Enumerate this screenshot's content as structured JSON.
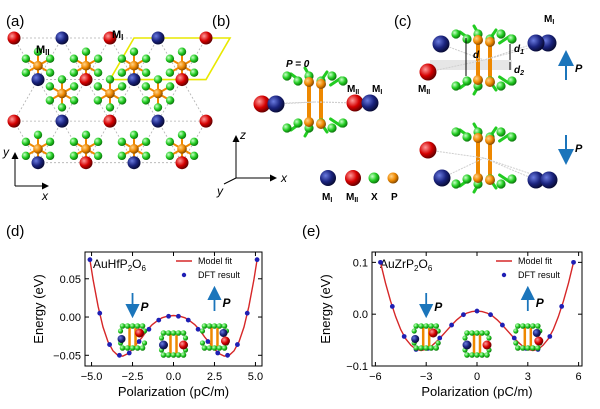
{
  "panel_labels": [
    "(a)",
    "(b)",
    "(c)",
    "(d)",
    "(e)"
  ],
  "atom_labels": {
    "m1": "M",
    "m1_sub": "I",
    "m2": "M",
    "m2_sub": "II",
    "x": "X",
    "p": "P"
  },
  "structure_text": {
    "p_zero": "P = 0",
    "p_arrow": "P",
    "d": "d",
    "d1": "d",
    "d1_sub": "1",
    "d2": "d",
    "d2_sub": "2"
  },
  "axes_labels": {
    "x": "x",
    "y": "y",
    "z": "z"
  },
  "colors": {
    "m1": "#1a237e",
    "m2": "#d50000",
    "x": "#22cc22",
    "p": "#ee8800",
    "arrow": "#1b75bb",
    "fit_line": "#d62728",
    "dft_point": "#1f1fb4",
    "lattice_line": "#e8e800"
  },
  "chart_data": [
    {
      "type": "line",
      "panel": "(d)",
      "compound": {
        "base": "AuHfP",
        "sub1": "2",
        "mid": "O",
        "sub2": "6"
      },
      "xlabel": "Polarization (pC/m)",
      "ylabel": "Energy (eV)",
      "xlim": [
        -5.4,
        5.4
      ],
      "ylim": [
        -0.064,
        0.085
      ],
      "xticks": [
        -5.0,
        -2.5,
        0.0,
        2.5,
        5.0
      ],
      "xtick_labels": [
        "−5.0",
        "−2.5",
        "0.0",
        "2.5",
        "5.0"
      ],
      "yticks": [
        -0.05,
        0.0,
        0.05
      ],
      "ytick_labels": [
        "−0.05",
        "0.00",
        "0.05"
      ],
      "legend": {
        "position": "top-right",
        "entries": [
          "Model fit",
          "DFT result"
        ]
      },
      "arrow_label": "P",
      "series": [
        {
          "name": "Model fit",
          "style": "line",
          "x": [
            -5.1,
            -4.9,
            -4.6,
            -4.3,
            -4.0,
            -3.7,
            -3.4,
            -3.1,
            -2.8,
            -2.5,
            -2.2,
            -1.9,
            -1.6,
            -1.3,
            -1.0,
            -0.7,
            -0.4,
            0.0,
            0.4,
            0.7,
            1.0,
            1.3,
            1.6,
            1.9,
            2.2,
            2.5,
            2.8,
            3.1,
            3.4,
            3.7,
            4.0,
            4.3,
            4.6,
            4.9,
            5.1
          ],
          "y": [
            0.075,
            0.048,
            0.014,
            -0.013,
            -0.032,
            -0.044,
            -0.05,
            -0.051,
            -0.048,
            -0.042,
            -0.034,
            -0.026,
            -0.017,
            -0.01,
            -0.005,
            -0.001,
            0.001,
            0.002,
            0.001,
            -0.001,
            -0.005,
            -0.01,
            -0.017,
            -0.026,
            -0.034,
            -0.042,
            -0.048,
            -0.051,
            -0.05,
            -0.044,
            -0.032,
            -0.013,
            0.014,
            0.048,
            0.075
          ]
        },
        {
          "name": "DFT result",
          "style": "points",
          "x": [
            -5.1,
            -4.5,
            -3.9,
            -3.3,
            -2.7,
            -2.1,
            -1.5,
            -0.9,
            -0.3,
            0.3,
            0.9,
            1.5,
            2.1,
            2.7,
            3.3,
            3.9,
            4.5,
            5.1
          ],
          "y": [
            0.075,
            0.005,
            -0.036,
            -0.05,
            -0.047,
            -0.032,
            -0.016,
            -0.004,
            0.001,
            0.001,
            -0.004,
            -0.016,
            -0.032,
            -0.047,
            -0.05,
            -0.036,
            0.005,
            0.075
          ]
        }
      ]
    },
    {
      "type": "line",
      "panel": "(e)",
      "compound": {
        "base": "AuZrP",
        "sub1": "2",
        "mid": "O",
        "sub2": "6"
      },
      "xlabel": "Polarization (pC/m)",
      "ylabel": "Energy (eV)",
      "xlim": [
        -6.2,
        6.2
      ],
      "ylim": [
        -0.1,
        0.12
      ],
      "xticks": [
        -6,
        -3,
        0,
        3,
        6
      ],
      "xtick_labels": [
        "−6",
        "−3",
        "0",
        "3",
        "6"
      ],
      "yticks": [
        -0.1,
        0.0,
        0.1
      ],
      "ytick_labels": [
        "−0.1",
        "0.0",
        "0.1"
      ],
      "legend": {
        "position": "top-right",
        "entries": [
          "Model fit",
          "DFT result"
        ]
      },
      "arrow_label": "P",
      "series": [
        {
          "name": "Model fit",
          "style": "line",
          "x": [
            -5.7,
            -5.4,
            -5.1,
            -4.8,
            -4.5,
            -4.2,
            -3.9,
            -3.6,
            -3.3,
            -3.0,
            -2.7,
            -2.4,
            -2.1,
            -1.8,
            -1.5,
            -1.2,
            -0.9,
            -0.6,
            -0.3,
            0.0,
            0.3,
            0.6,
            0.9,
            1.2,
            1.5,
            1.8,
            2.1,
            2.4,
            2.7,
            3.0,
            3.3,
            3.6,
            3.9,
            4.2,
            4.5,
            4.8,
            5.1,
            5.4,
            5.7
          ],
          "y": [
            0.1,
            0.06,
            0.025,
            -0.005,
            -0.03,
            -0.048,
            -0.06,
            -0.068,
            -0.07,
            -0.068,
            -0.062,
            -0.053,
            -0.043,
            -0.032,
            -0.021,
            -0.011,
            -0.003,
            0.002,
            0.005,
            0.006,
            0.005,
            0.002,
            -0.003,
            -0.011,
            -0.021,
            -0.032,
            -0.043,
            -0.053,
            -0.062,
            -0.068,
            -0.07,
            -0.068,
            -0.06,
            -0.048,
            -0.03,
            -0.005,
            0.025,
            0.06,
            0.1
          ]
        },
        {
          "name": "DFT result",
          "style": "points",
          "x": [
            -5.7,
            -5.0,
            -4.3,
            -3.6,
            -2.9,
            -2.2,
            -1.5,
            -0.8,
            0.0,
            0.8,
            1.5,
            2.2,
            2.9,
            3.6,
            4.3,
            5.0,
            5.7
          ],
          "y": [
            0.1,
            0.015,
            -0.043,
            -0.068,
            -0.066,
            -0.046,
            -0.021,
            -0.001,
            0.006,
            -0.001,
            -0.021,
            -0.046,
            -0.066,
            -0.068,
            -0.043,
            0.015,
            0.1
          ]
        }
      ]
    }
  ]
}
